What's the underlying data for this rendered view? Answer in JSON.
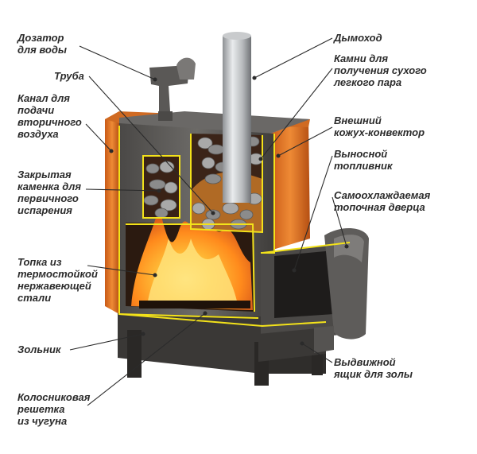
{
  "labels": {
    "water_dispenser": "Дозатор\nдля воды",
    "pipe": "Труба",
    "secondary_air_channel": "Канал для\nподачи\nвторичного\nвоздуха",
    "closed_heater": "Закрытая\nкаменка для\nпервичного\nиспарения",
    "firebox": "Топка из\nтермостойкой\nнержавеющей\nстали",
    "ash_pit": "Зольник",
    "grate": "Колосниковая\nрешетка\nиз чугуна",
    "chimney": "Дымоход",
    "dry_steam_stones": "Камни для\nполучения сухого\nлегкого пара",
    "outer_casing": "Внешний\nкожух-конвектор",
    "remote_firebox": "Выносной\nтопливник",
    "self_cooling_door": "Самоохлаждаемая\nтопочная дверца",
    "ash_drawer": "Выдвижной\nящик для золы"
  },
  "colors": {
    "casing_orange": "#e8772a",
    "body_gray": "#5e5c5a",
    "body_dark": "#3d3b39",
    "outline_yellow": "#f3e21a",
    "fire": "#ff9a1e",
    "stones": "#9a9a9a",
    "label_text": "#2b2b2b"
  }
}
